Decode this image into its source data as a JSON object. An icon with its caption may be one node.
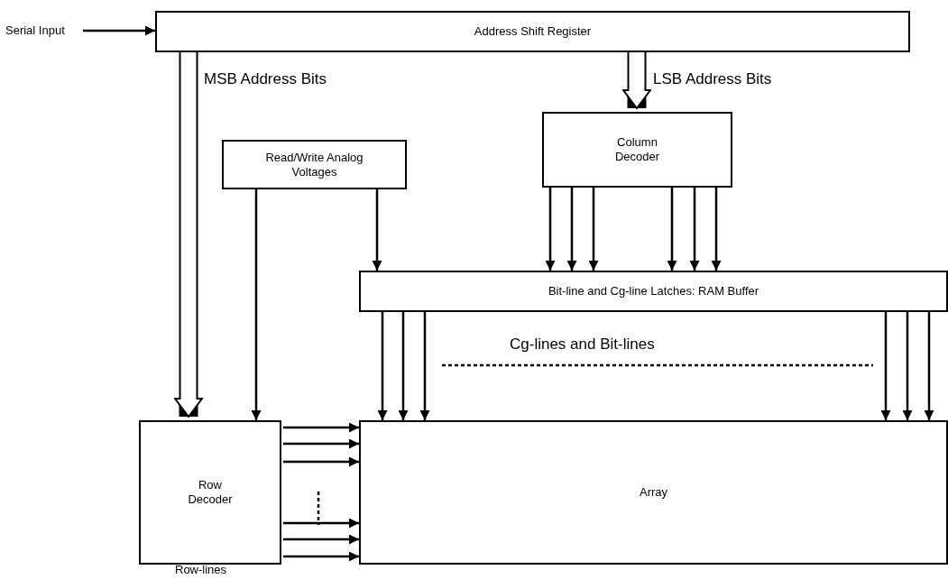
{
  "diagram": {
    "nodes": [
      {
        "text": [
          "Serial Input"
        ]
      },
      {
        "text": [
          "Address Shift Register"
        ]
      },
      {
        "text": [
          "Read/Write Analog Voltages"
        ]
      },
      {
        "text": [
          "Column Decoder"
        ]
      },
      {
        "text": [
          "Bit-line and Cg-line Latches: RAM Buffer"
        ]
      },
      {
        "text": [
          "Row Decoder"
        ]
      },
      {
        "text": [
          "Array"
        ]
      }
    ],
    "edges": [
      {
        "from": 0,
        "to": 1,
        "arrow": "to"
      },
      {
        "from": 1,
        "to": 5,
        "arrow": "to",
        "label": "MSB Address Bits",
        "style": "thick"
      },
      {
        "from": 1,
        "to": 3,
        "arrow": "to",
        "label": "LSB Address Bits",
        "style": "thick"
      },
      {
        "from": 2,
        "to": 5,
        "arrow": "to"
      },
      {
        "from": 2,
        "to": 4,
        "arrow": "to"
      },
      {
        "from": 3,
        "to": 4,
        "arrow": "to"
      },
      {
        "from": 3,
        "to": 4,
        "arrow": "to"
      },
      {
        "from": 3,
        "to": 4,
        "arrow": "to"
      },
      {
        "from": 3,
        "to": 4,
        "arrow": "to"
      },
      {
        "from": 3,
        "to": 4,
        "arrow": "to"
      },
      {
        "from": 3,
        "to": 4,
        "arrow": "to"
      },
      {
        "from": 4,
        "to": 6,
        "arrow": "to"
      },
      {
        "from": 4,
        "to": 6,
        "arrow": "to"
      },
      {
        "from": 4,
        "to": 6,
        "arrow": "to"
      },
      {
        "from": 4,
        "to": 6,
        "arrow": "to"
      },
      {
        "from": 4,
        "to": 6,
        "arrow": "to"
      },
      {
        "from": 4,
        "to": 6,
        "arrow": "to"
      },
      {
        "from": 5,
        "to": 6,
        "arrow": "to"
      },
      {
        "from": 5,
        "to": 6,
        "arrow": "to"
      },
      {
        "from": 5,
        "to": 6,
        "arrow": "to"
      },
      {
        "from": 5,
        "to": 6,
        "arrow": "to"
      },
      {
        "from": 5,
        "to": 6,
        "arrow": "to"
      },
      {
        "from": 5,
        "to": 6,
        "arrow": "to"
      }
    ],
    "labels": [
      "Cg-lines and Bit-lines",
      "Row-lines"
    ]
  }
}
